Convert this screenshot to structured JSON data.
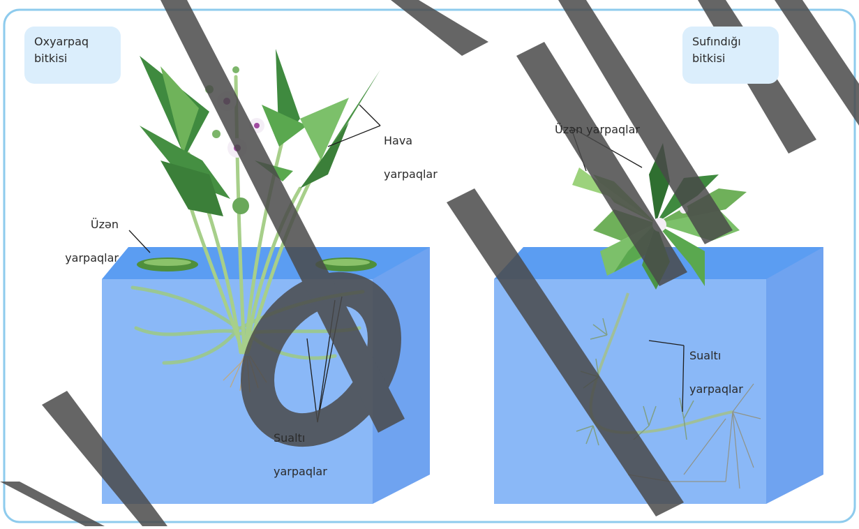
{
  "plants": [
    {
      "name_lines": [
        "Oxyarpaq",
        "bitkisi"
      ],
      "labels": {
        "air_leaves": [
          "Hava",
          "yarpaqlar"
        ],
        "floating_leaves": [
          "Üzən",
          "yarpaqlar"
        ],
        "submerged_leaves": [
          "Sualtı",
          "yarpaqlar"
        ]
      }
    },
    {
      "name_lines": [
        "Sufındığı",
        "bitkisi"
      ],
      "labels": {
        "floating_leaves": [
          "Üzən yarpaqlar"
        ],
        "submerged_leaves": [
          "Sualtı",
          "yarpaqlar"
        ]
      }
    }
  ],
  "colors": {
    "frame_border": "#8ecbed",
    "badge_bg": "#dbeefc",
    "water_top": "#5b9df2",
    "water_front": "#8ab8f7",
    "water_side": "#6fa3f0",
    "leaf_dark": "#3f8a3f",
    "leaf_light": "#7cc06a",
    "watermark": "#4a4a4a"
  },
  "watermark_text": "layih"
}
